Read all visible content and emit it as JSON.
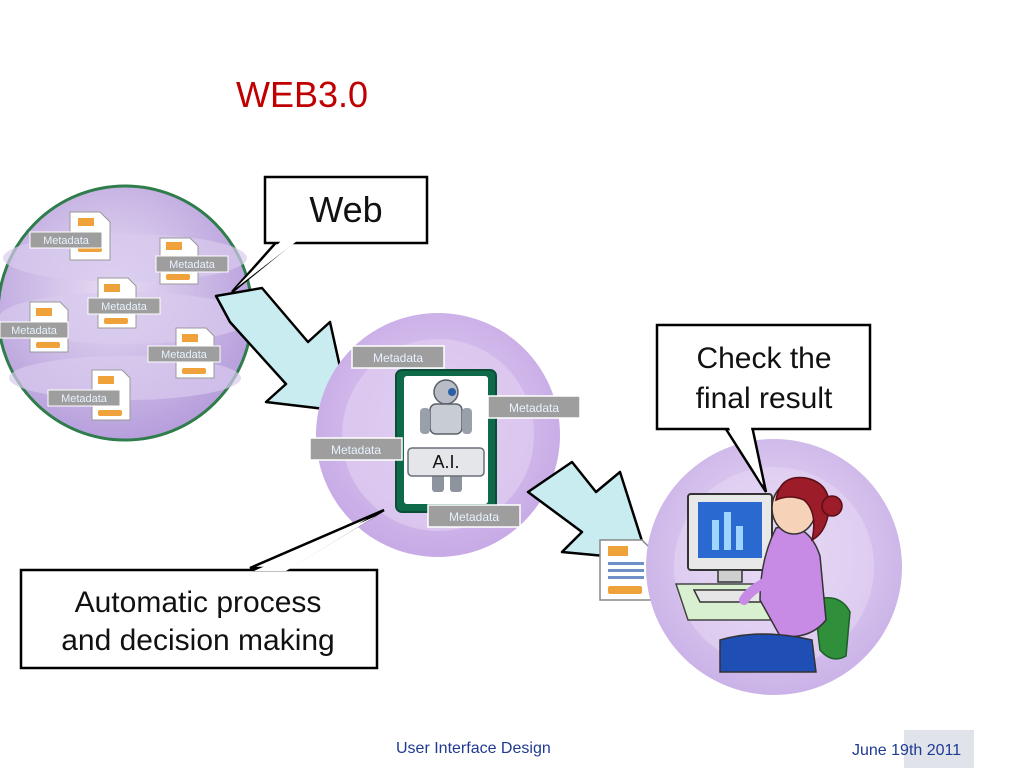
{
  "slide": {
    "title": "WEB3.0",
    "footer_left": "User Interface Design",
    "footer_right": "June 19th 2011"
  },
  "diagram": {
    "web_label": "Web",
    "check_label_line1": "Check the",
    "check_label_line2": "final result",
    "process_label_line1": "Automatic process",
    "process_label_line2": "and decision making",
    "ai_label": "A.I.",
    "metadata_label": "Metadata"
  },
  "colors": {
    "title": "#c00000",
    "footer": "#1f3a93",
    "web_circle": "#c9b6e4",
    "web_border": "#2e7d4a",
    "process_circle": "#cfb5e8",
    "arrow_fill": "#c9ecf0",
    "metadata_tag": "#9e9e9e"
  }
}
